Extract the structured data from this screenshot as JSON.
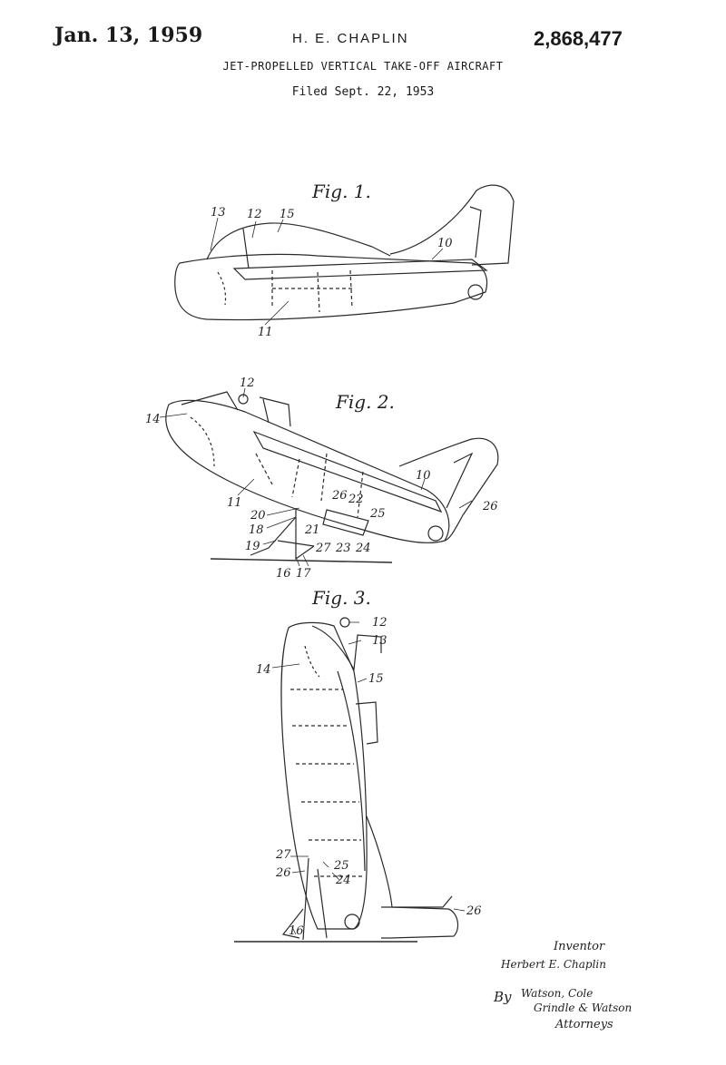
{
  "header": {
    "date": "Jan. 13, 1959",
    "inventor": "H. E. CHAPLIN",
    "patent_number": "2,868,477",
    "title": "JET-PROPELLED VERTICAL TAKE-OFF AIRCRAFT",
    "filed": "Filed Sept. 22, 1953"
  },
  "figures": {
    "fig1": {
      "caption": "Fig. 1.",
      "labels": [
        "13",
        "12",
        "15",
        "10",
        "11"
      ]
    },
    "fig2": {
      "caption": "Fig. 2.",
      "labels": [
        "12",
        "14",
        "11",
        "20",
        "18",
        "19",
        "26",
        "22",
        "25",
        "21",
        "27",
        "23",
        "24",
        "16",
        "17",
        "10",
        "26"
      ]
    },
    "fig3": {
      "caption": "Fig. 3.",
      "labels": [
        "12",
        "13",
        "14",
        "15",
        "27",
        "25",
        "26",
        "24",
        "16",
        "26"
      ]
    }
  },
  "signature": {
    "inventor_heading": "Inventor",
    "inventor_signature": "Herbert E. Chaplin",
    "by": "By",
    "firm_line1": "Watson, Cole",
    "firm_line2": "Grindle & Watson",
    "attorneys": "Attorneys"
  }
}
